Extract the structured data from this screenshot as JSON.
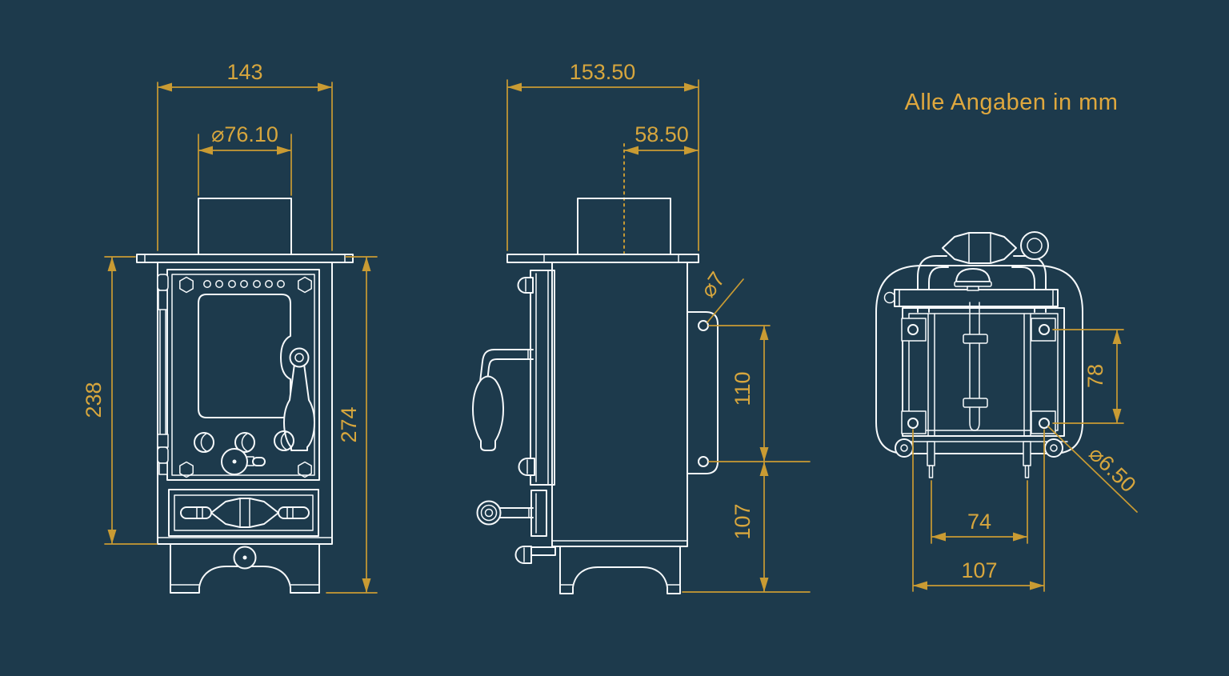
{
  "title_note": "Alle Angaben in mm",
  "colors": {
    "background": "#1d3a4c",
    "line": "#f6f9fb",
    "dimension": "#c99b33",
    "dimension_text": "#d7a63d",
    "title": "#dfa83e"
  },
  "views": {
    "front": {
      "label": "front-view",
      "dims": {
        "width": "143",
        "flue_diameter": "⌀76.10",
        "body_height": "238",
        "total_height": "274"
      }
    },
    "side": {
      "label": "side-view",
      "dims": {
        "depth": "153.50",
        "flue_offset": "58.50",
        "bracket_hole_diameter": "⌀7",
        "bracket_hole_spacing": "110",
        "bracket_hole_to_floor": "107"
      }
    },
    "rear": {
      "label": "rear-view",
      "dims": {
        "mount_hole_vertical_spacing": "78",
        "mount_hole_diameter": "⌀6.50",
        "leg_spacing": "74",
        "mount_hole_horizontal_spacing": "107"
      }
    }
  }
}
